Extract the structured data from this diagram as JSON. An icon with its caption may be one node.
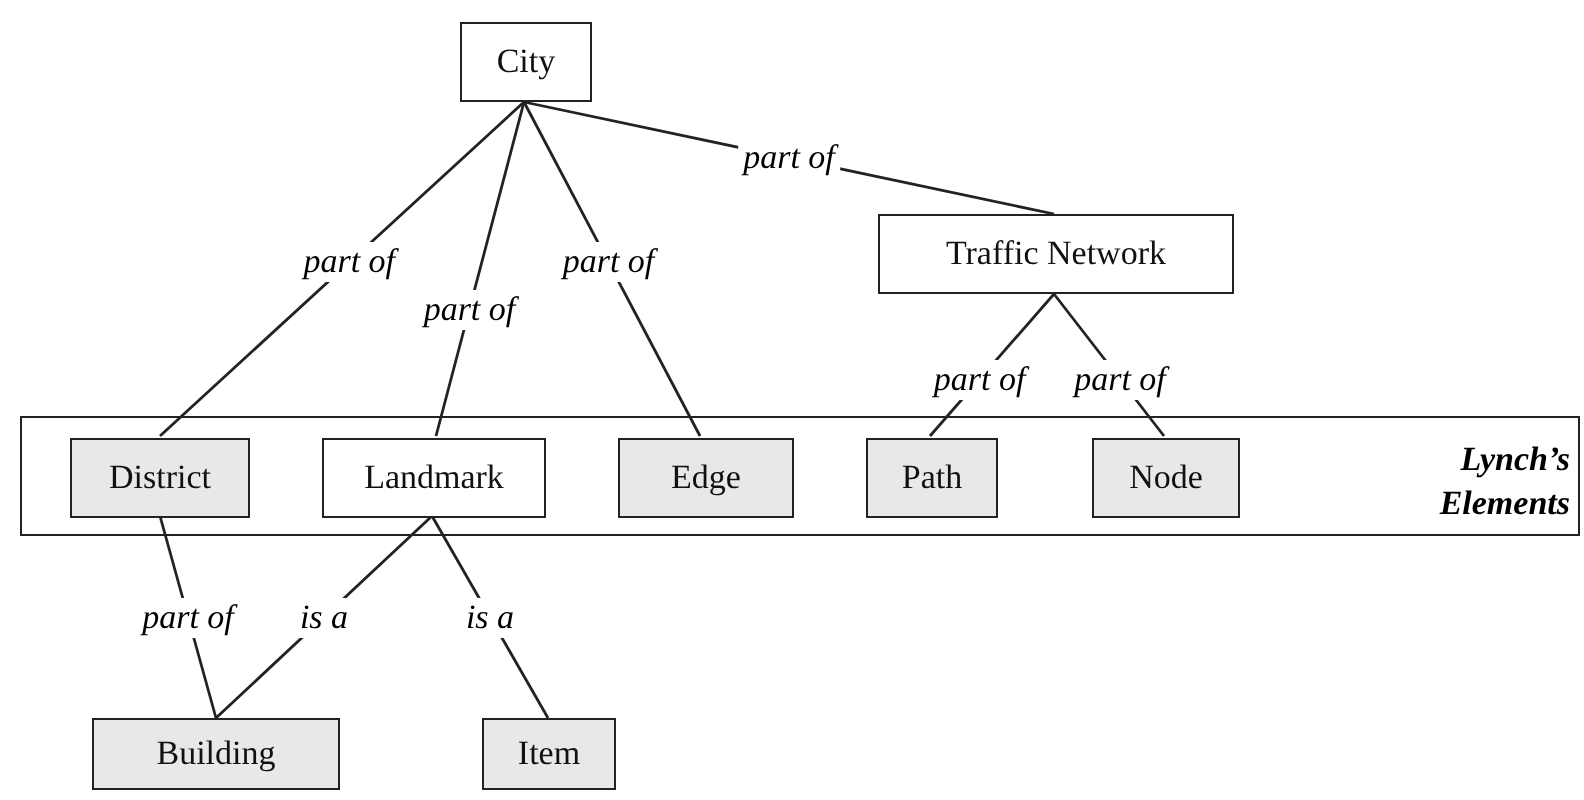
{
  "diagram": {
    "nodes": [
      {
        "text": [
          "City"
        ]
      },
      {
        "text": [
          "Traffic Network"
        ]
      },
      {
        "text": [
          "Lynch’s Elements"
        ]
      },
      {
        "text": [
          "District"
        ],
        "in": 2
      },
      {
        "text": [
          "Landmark"
        ],
        "in": 2
      },
      {
        "text": [
          "Edge"
        ],
        "in": 2
      },
      {
        "text": [
          "Path"
        ],
        "in": 2
      },
      {
        "text": [
          "Node"
        ],
        "in": 2
      },
      {
        "text": [
          "Building"
        ]
      },
      {
        "text": [
          "Item"
        ]
      }
    ],
    "edges": [
      {
        "from": 3,
        "to": 0,
        "label": "part of",
        "arrow": "none"
      },
      {
        "from": 4,
        "to": 0,
        "label": "part of",
        "arrow": "none"
      },
      {
        "from": 5,
        "to": 0,
        "label": "part of",
        "arrow": "none"
      },
      {
        "from": 1,
        "to": 0,
        "label": "part of",
        "arrow": "none"
      },
      {
        "from": 6,
        "to": 1,
        "label": "part of",
        "arrow": "none"
      },
      {
        "from": 7,
        "to": 1,
        "label": "part of",
        "arrow": "none"
      },
      {
        "from": 8,
        "to": 3,
        "label": "part of",
        "arrow": "none"
      },
      {
        "from": 8,
        "to": 4,
        "label": "is a",
        "arrow": "none"
      },
      {
        "from": 9,
        "to": 4,
        "label": "is a",
        "arrow": "none"
      }
    ]
  }
}
